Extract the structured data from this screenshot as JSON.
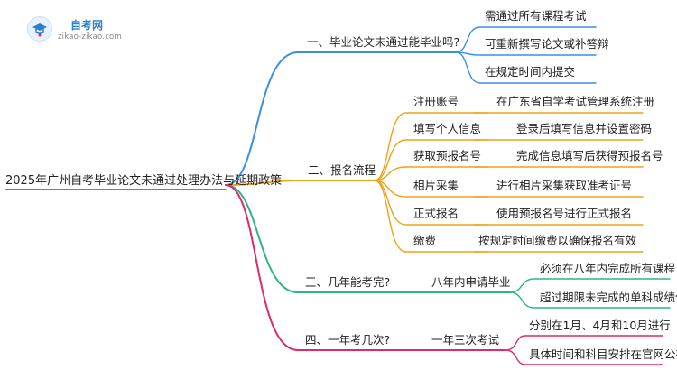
{
  "logo": {
    "name": "自考网",
    "url": "zikao-zikao.com"
  },
  "root": "2025年广州自考毕业论文未通过处理办法与延期政策",
  "branches": [
    {
      "label": "一、毕业论文未通过能毕业吗?",
      "color": "#3a8ee6",
      "items": [
        "需通过所有课程考试",
        "可重新撰写论文或补答辩",
        "在规定时间内提交"
      ]
    },
    {
      "label": "二、报名流程",
      "color": "#f0a21a",
      "rows": [
        {
          "step": "注册账号",
          "desc": "在广东省自学考试管理系统注册"
        },
        {
          "step": "填写个人信息",
          "desc": "登录后填写信息并设置密码"
        },
        {
          "step": "获取预报名号",
          "desc": "完成信息填写后获得预报名号"
        },
        {
          "step": "相片采集",
          "desc": "进行相片采集获取准考证号"
        },
        {
          "step": "正式报名",
          "desc": "使用预报名号进行正式报名"
        },
        {
          "step": "缴费",
          "desc": "按规定时间缴费以确保报名有效"
        }
      ]
    },
    {
      "label": "三、几年能考完?",
      "color": "#2fb57f",
      "mid": "八年内申请毕业",
      "items": [
        "必须在八年内完成所有课程",
        "超过期限未完成的单科成绩作废"
      ]
    },
    {
      "label": "四、一年考几次?",
      "color": "#e2276e",
      "mid": "一年三次考试",
      "items": [
        "分别在1月、4月和10月进行",
        "具体时间和科目安排在官网公布"
      ]
    }
  ]
}
